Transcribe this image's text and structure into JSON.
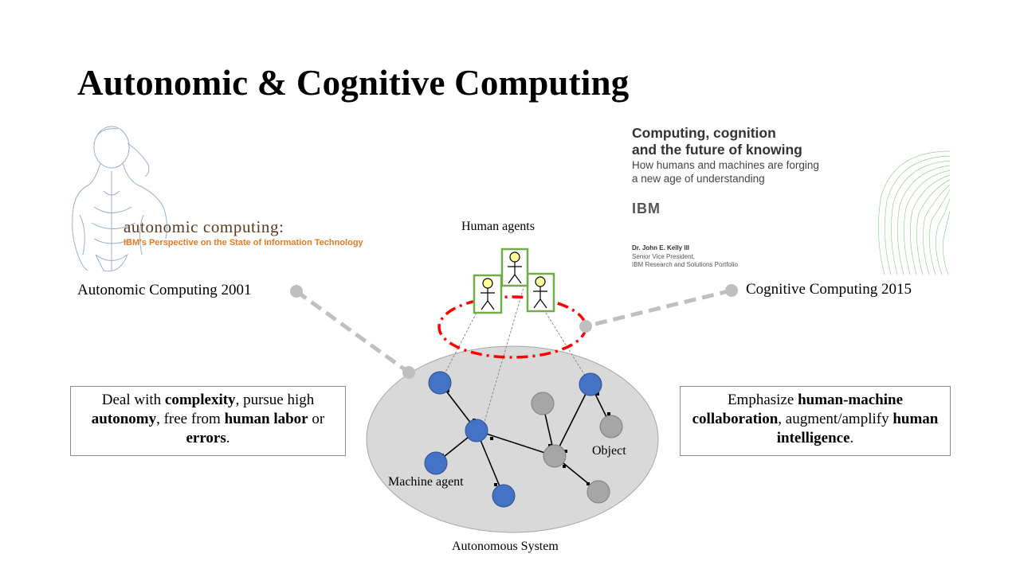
{
  "slide": {
    "title": "Autonomic & Cognitive Computing"
  },
  "left_panel": {
    "logo_title": "autonomic computing:",
    "logo_subtitle": "IBM's Perspective on the State of Information Technology",
    "caption": "Autonomic Computing 2001",
    "description_parts": [
      {
        "text": "Deal with ",
        "bold": false
      },
      {
        "text": "complexity",
        "bold": true
      },
      {
        "text": ", pursue high ",
        "bold": false
      },
      {
        "text": "autonomy",
        "bold": true
      },
      {
        "text": ", free from ",
        "bold": false
      },
      {
        "text": "human labor",
        "bold": true
      },
      {
        "text": " or ",
        "bold": false
      },
      {
        "text": "errors",
        "bold": true
      },
      {
        "text": ".",
        "bold": false
      }
    ]
  },
  "right_panel": {
    "report_title_line1": "Computing, cognition",
    "report_title_line2": "and the future of knowing",
    "report_subtitle_line1": "How humans and machines are forging",
    "report_subtitle_line2": "a new age of understanding",
    "report_brand": "IBM",
    "report_author": "Dr. John E. Kelly III",
    "report_author_role_line1": "Senior Vice President,",
    "report_author_role_line2": "IBM Research and Solutions Portfolio",
    "caption": "Cognitive Computing 2015",
    "description_parts": [
      {
        "text": "Emphasize ",
        "bold": false
      },
      {
        "text": "human-machine collaboration",
        "bold": true
      },
      {
        "text": ", augment/amplify ",
        "bold": false
      },
      {
        "text": "human intelligence",
        "bold": true
      },
      {
        "text": ".",
        "bold": false
      }
    ]
  },
  "diagram": {
    "human_agents_label": "Human agents",
    "machine_agent_label": "Machine agent",
    "object_label": "Object",
    "system_label": "Autonomous System",
    "colors": {
      "machine_agent": "#4472c4",
      "object": "#a6a6a6",
      "system": "#d9d9d9",
      "human_box": "#70ad47",
      "human_head": "#ffff99",
      "ring": "#ff0000",
      "connector": "#bfbfbf"
    }
  }
}
